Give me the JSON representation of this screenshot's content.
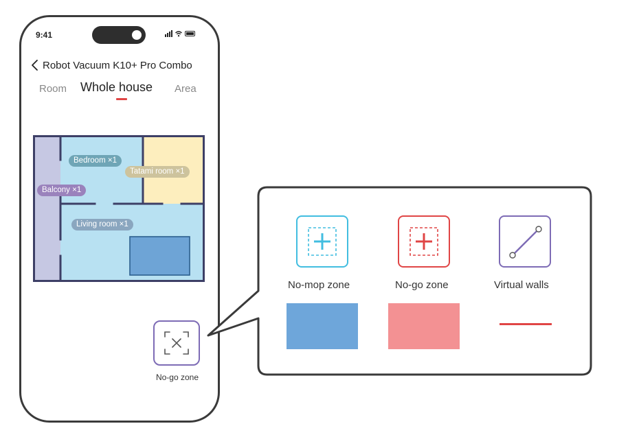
{
  "status_bar": {
    "time": "9:41"
  },
  "header": {
    "title": "Robot Vacuum K10+ Pro Combo"
  },
  "tabs": [
    {
      "label": "Room"
    },
    {
      "label": "Whole house",
      "active": true
    },
    {
      "label": "Area"
    }
  ],
  "map": {
    "rooms": [
      {
        "name": "Bedroom ×1",
        "color": "#b8e1f2"
      },
      {
        "name": "Tatami room ×1",
        "color": "#fdeebe"
      },
      {
        "name": "Balcony ×1",
        "color": "#c6c8e3"
      },
      {
        "name": "Living room ×1",
        "color": "#b8e1f2"
      }
    ],
    "wall_color": "#3d3f66",
    "zone_color": "#6ea4d6"
  },
  "floating_button": {
    "label": "No-go zone",
    "icon": "expand-x-icon"
  },
  "callout": {
    "options": [
      {
        "label": "No-mop zone",
        "icon": "dashed-plus-icon",
        "color": "#41bde0",
        "swatch": "#6ea6da"
      },
      {
        "label": "No-go zone",
        "icon": "dashed-plus-icon",
        "color": "#e04545",
        "swatch": "#f39193"
      },
      {
        "label": "Virtual walls",
        "icon": "line-segment-icon",
        "color": "#7d6bb5",
        "swatch": "#e04545"
      }
    ]
  }
}
